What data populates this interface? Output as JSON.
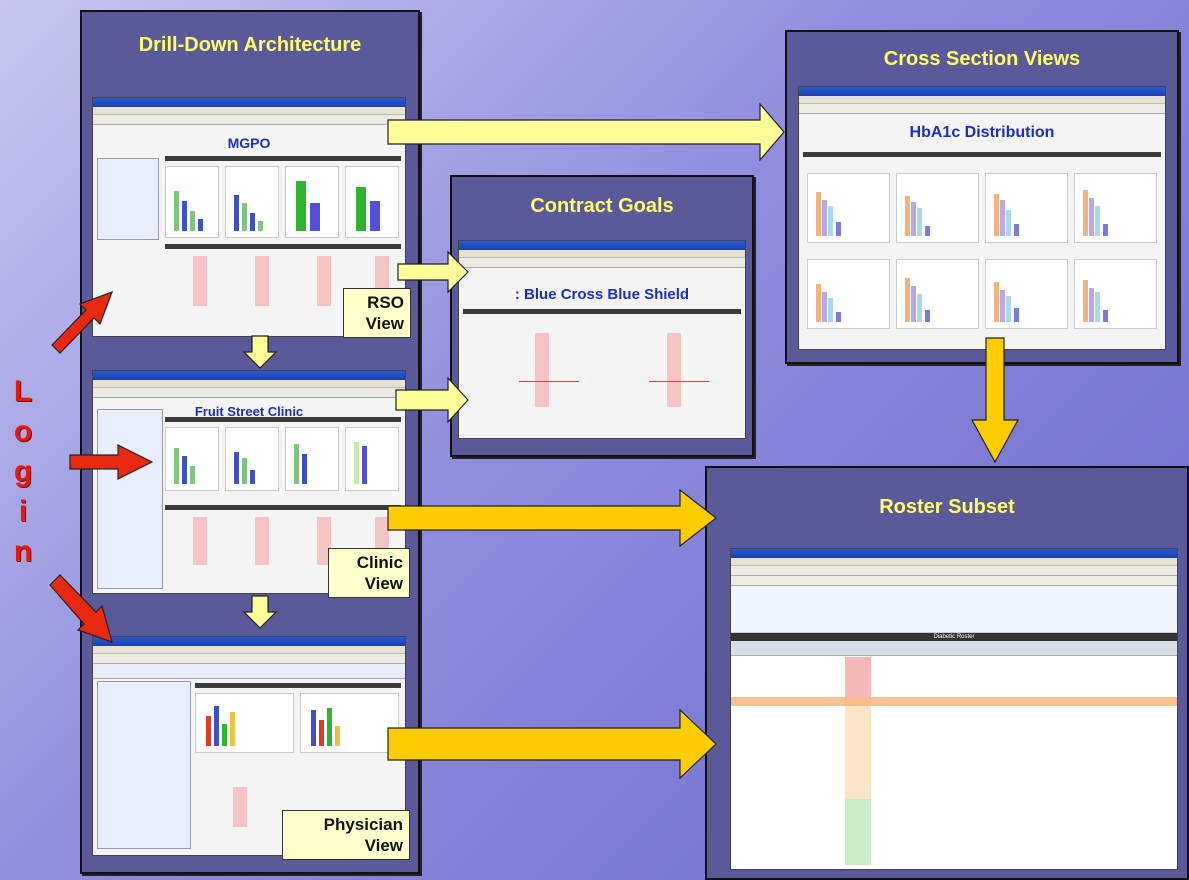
{
  "panels": {
    "drill_down": {
      "title": "Drill-Down Architecture"
    },
    "contract_goals": {
      "title": "Contract Goals"
    },
    "cross_section": {
      "title": "Cross Section Views"
    },
    "roster_subset": {
      "title": "Roster Subset"
    }
  },
  "screens": {
    "mgpo": {
      "header": "MGPO"
    },
    "fruit_street": {
      "header": "Fruit Street Clinic"
    },
    "bcbs": {
      "header": ": Blue Cross Blue Shield"
    },
    "hba1c": {
      "header": "HbA1c Distribution"
    },
    "roster": {
      "header": "Diabetic Roster"
    }
  },
  "view_labels": {
    "rso": [
      "RSO",
      "View"
    ],
    "clinic": [
      "Clinic",
      "View"
    ],
    "physician": [
      "Physician",
      "View"
    ]
  },
  "login_letters": [
    "L",
    "o",
    "g",
    "i",
    "n"
  ],
  "colors": {
    "panel_bg": "#5a5a9a",
    "title_yellow": "#ffff66",
    "arrow_yellow": "#ffff99",
    "arrow_gold": "#ffcc00",
    "arrow_red": "#e8280f",
    "login_red": "#e31b0f"
  }
}
